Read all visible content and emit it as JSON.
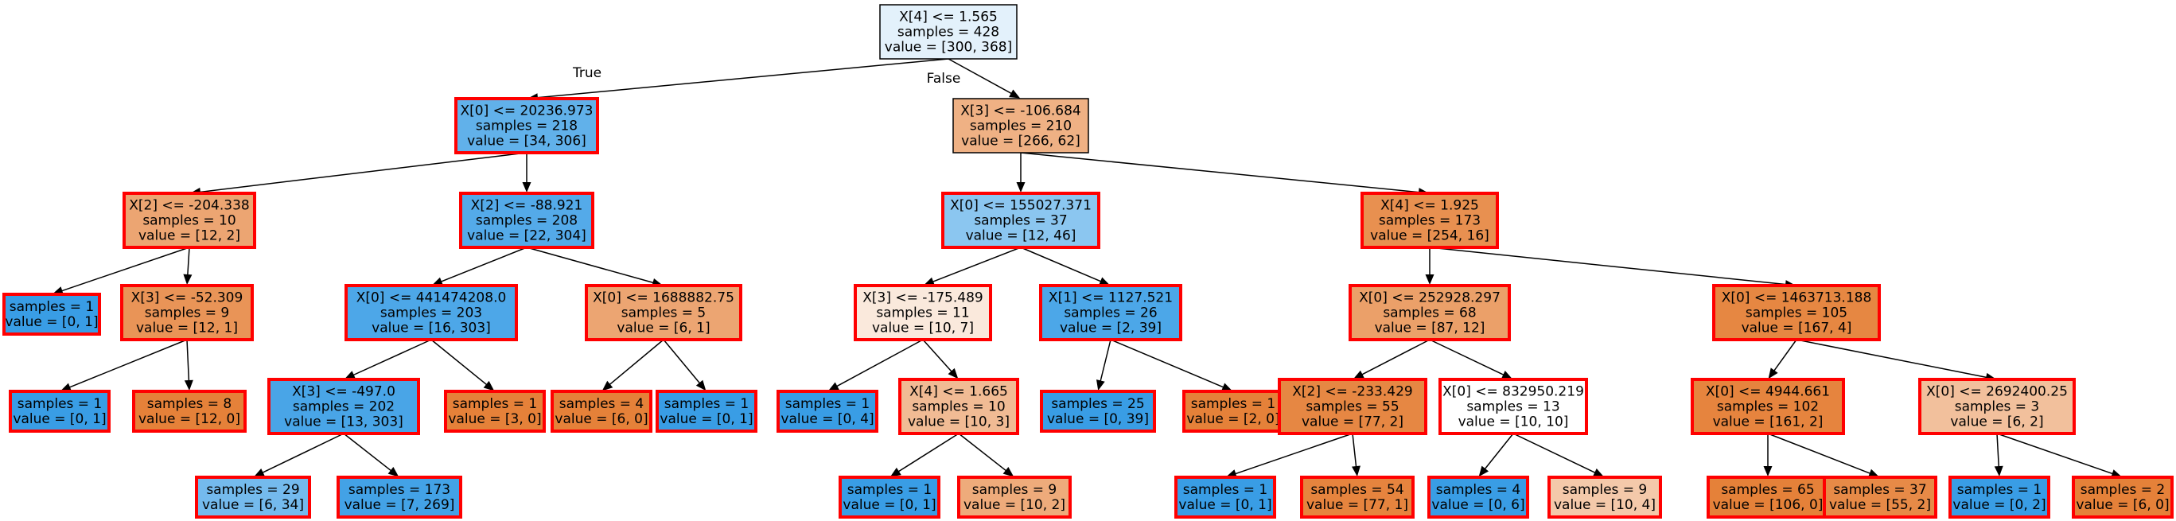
{
  "edge_labels": {
    "true_label": "True",
    "false_label": "False"
  },
  "colors": {
    "blue": "#399de5",
    "orange": "#e58139",
    "border_red": "#ff0000",
    "border_black": "#000000"
  },
  "nodes": [
    {
      "id": "n0",
      "lines": [
        "X[4] <= 1.565",
        "samples = 428",
        "value = [300, 368]"
      ],
      "value": [
        300,
        368
      ]
    },
    {
      "id": "n1",
      "lines": [
        "X[0] <= 20236.973",
        "samples = 218",
        "value = [34, 306]"
      ],
      "value": [
        34,
        306
      ]
    },
    {
      "id": "n2",
      "lines": [
        "X[2] <= -204.338",
        "samples = 10",
        "value = [12, 2]"
      ],
      "value": [
        12,
        2
      ]
    },
    {
      "id": "n3",
      "lines": [
        "samples = 1",
        "value = [0, 1]"
      ],
      "value": [
        0,
        1
      ]
    },
    {
      "id": "n4",
      "lines": [
        "X[3] <= -52.309",
        "samples = 9",
        "value = [12, 1]"
      ],
      "value": [
        12,
        1
      ]
    },
    {
      "id": "n5",
      "lines": [
        "samples = 1",
        "value = [0, 1]"
      ],
      "value": [
        0,
        1
      ]
    },
    {
      "id": "n6",
      "lines": [
        "samples = 8",
        "value = [12, 0]"
      ],
      "value": [
        12,
        0
      ]
    },
    {
      "id": "n7",
      "lines": [
        "X[2] <= -88.921",
        "samples = 208",
        "value = [22, 304]"
      ],
      "value": [
        22,
        304
      ]
    },
    {
      "id": "n8",
      "lines": [
        "X[0] <= 441474208.0",
        "samples = 203",
        "value = [16, 303]"
      ],
      "value": [
        16,
        303
      ]
    },
    {
      "id": "n9",
      "lines": [
        "X[3] <= -497.0",
        "samples = 202",
        "value = [13, 303]"
      ],
      "value": [
        13,
        303
      ]
    },
    {
      "id": "n10",
      "lines": [
        "samples = 29",
        "value = [6, 34]"
      ],
      "value": [
        6,
        34
      ]
    },
    {
      "id": "n11",
      "lines": [
        "samples = 173",
        "value = [7, 269]"
      ],
      "value": [
        7,
        269
      ]
    },
    {
      "id": "n12",
      "lines": [
        "samples = 1",
        "value = [3, 0]"
      ],
      "value": [
        3,
        0
      ]
    },
    {
      "id": "n13",
      "lines": [
        "X[0] <= 1688882.75",
        "samples = 5",
        "value = [6, 1]"
      ],
      "value": [
        6,
        1
      ]
    },
    {
      "id": "n14",
      "lines": [
        "samples = 4",
        "value = [6, 0]"
      ],
      "value": [
        6,
        0
      ]
    },
    {
      "id": "n15",
      "lines": [
        "samples = 1",
        "value = [0, 1]"
      ],
      "value": [
        0,
        1
      ]
    },
    {
      "id": "n16",
      "lines": [
        "X[3] <= -106.684",
        "samples = 210",
        "value = [266, 62]"
      ],
      "value": [
        266,
        62
      ]
    },
    {
      "id": "n17",
      "lines": [
        "X[0] <= 155027.371",
        "samples = 37",
        "value = [12, 46]"
      ],
      "value": [
        12,
        46
      ]
    },
    {
      "id": "n18",
      "lines": [
        "X[3] <= -175.489",
        "samples = 11",
        "value = [10, 7]"
      ],
      "value": [
        10,
        7
      ]
    },
    {
      "id": "n19",
      "lines": [
        "samples = 1",
        "value = [0, 4]"
      ],
      "value": [
        0,
        4
      ]
    },
    {
      "id": "n20",
      "lines": [
        "X[4] <= 1.665",
        "samples = 10",
        "value = [10, 3]"
      ],
      "value": [
        10,
        3
      ]
    },
    {
      "id": "n21",
      "lines": [
        "samples = 1",
        "value = [0, 1]"
      ],
      "value": [
        0,
        1
      ]
    },
    {
      "id": "n22",
      "lines": [
        "samples = 9",
        "value = [10, 2]"
      ],
      "value": [
        10,
        2
      ]
    },
    {
      "id": "n23",
      "lines": [
        "X[1] <= 1127.521",
        "samples = 26",
        "value = [2, 39]"
      ],
      "value": [
        2,
        39
      ]
    },
    {
      "id": "n24",
      "lines": [
        "samples = 25",
        "value = [0, 39]"
      ],
      "value": [
        0,
        39
      ]
    },
    {
      "id": "n25",
      "lines": [
        "samples = 1",
        "value = [2, 0]"
      ],
      "value": [
        2,
        0
      ]
    },
    {
      "id": "n26",
      "lines": [
        "X[4] <= 1.925",
        "samples = 173",
        "value = [254, 16]"
      ],
      "value": [
        254,
        16
      ]
    },
    {
      "id": "n27",
      "lines": [
        "X[0] <= 252928.297",
        "samples = 68",
        "value = [87, 12]"
      ],
      "value": [
        87,
        12
      ]
    },
    {
      "id": "n28",
      "lines": [
        "X[2] <= -233.429",
        "samples = 55",
        "value = [77, 2]"
      ],
      "value": [
        77,
        2
      ]
    },
    {
      "id": "n29",
      "lines": [
        "samples = 1",
        "value = [0, 1]"
      ],
      "value": [
        0,
        1
      ]
    },
    {
      "id": "n30",
      "lines": [
        "samples = 54",
        "value = [77, 1]"
      ],
      "value": [
        77,
        1
      ]
    },
    {
      "id": "n31",
      "lines": [
        "X[0] <= 832950.219",
        "samples = 13",
        "value = [10, 10]"
      ],
      "value": [
        10,
        10
      ]
    },
    {
      "id": "n32",
      "lines": [
        "samples = 4",
        "value = [0, 6]"
      ],
      "value": [
        0,
        6
      ]
    },
    {
      "id": "n33",
      "lines": [
        "samples = 9",
        "value = [10, 4]"
      ],
      "value": [
        10,
        4
      ]
    },
    {
      "id": "n34",
      "lines": [
        "X[0] <= 1463713.188",
        "samples = 105",
        "value = [167, 4]"
      ],
      "value": [
        167,
        4
      ]
    },
    {
      "id": "n35",
      "lines": [
        "X[0] <= 4944.661",
        "samples = 102",
        "value = [161, 2]"
      ],
      "value": [
        161,
        2
      ]
    },
    {
      "id": "n36",
      "lines": [
        "samples = 65",
        "value = [106, 0]"
      ],
      "value": [
        106,
        0
      ]
    },
    {
      "id": "n37",
      "lines": [
        "samples = 37",
        "value = [55, 2]"
      ],
      "value": [
        55,
        2
      ]
    },
    {
      "id": "n38",
      "lines": [
        "X[0] <= 2692400.25",
        "samples = 3",
        "value = [6, 2]"
      ],
      "value": [
        6,
        2
      ]
    },
    {
      "id": "n39",
      "lines": [
        "samples = 1",
        "value = [0, 2]"
      ],
      "value": [
        0,
        2
      ]
    },
    {
      "id": "n40",
      "lines": [
        "samples = 2",
        "value = [6, 0]"
      ],
      "value": [
        6,
        0
      ]
    }
  ],
  "edges": [
    [
      "n0",
      "n1"
    ],
    [
      "n0",
      "n16"
    ],
    [
      "n1",
      "n2"
    ],
    [
      "n1",
      "n7"
    ],
    [
      "n2",
      "n3"
    ],
    [
      "n2",
      "n4"
    ],
    [
      "n4",
      "n5"
    ],
    [
      "n4",
      "n6"
    ],
    [
      "n7",
      "n8"
    ],
    [
      "n7",
      "n13"
    ],
    [
      "n8",
      "n9"
    ],
    [
      "n8",
      "n12"
    ],
    [
      "n9",
      "n10"
    ],
    [
      "n9",
      "n11"
    ],
    [
      "n13",
      "n14"
    ],
    [
      "n13",
      "n15"
    ],
    [
      "n16",
      "n17"
    ],
    [
      "n16",
      "n26"
    ],
    [
      "n17",
      "n18"
    ],
    [
      "n17",
      "n23"
    ],
    [
      "n18",
      "n19"
    ],
    [
      "n18",
      "n20"
    ],
    [
      "n20",
      "n21"
    ],
    [
      "n20",
      "n22"
    ],
    [
      "n23",
      "n24"
    ],
    [
      "n23",
      "n25"
    ],
    [
      "n26",
      "n27"
    ],
    [
      "n26",
      "n34"
    ],
    [
      "n27",
      "n28"
    ],
    [
      "n27",
      "n31"
    ],
    [
      "n28",
      "n29"
    ],
    [
      "n28",
      "n30"
    ],
    [
      "n31",
      "n32"
    ],
    [
      "n31",
      "n33"
    ],
    [
      "n34",
      "n35"
    ],
    [
      "n34",
      "n38"
    ],
    [
      "n35",
      "n36"
    ],
    [
      "n35",
      "n37"
    ],
    [
      "n38",
      "n39"
    ],
    [
      "n38",
      "n40"
    ]
  ]
}
